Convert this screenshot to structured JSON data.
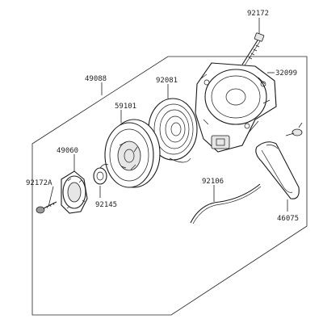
{
  "diagram": {
    "parts": [
      {
        "id": "p92172",
        "number": "92172"
      },
      {
        "id": "p49088",
        "number": "49088"
      },
      {
        "id": "p32099",
        "number": "32099"
      },
      {
        "id": "p92081",
        "number": "92081"
      },
      {
        "id": "p59101",
        "number": "59101"
      },
      {
        "id": "p49060",
        "number": "49060"
      },
      {
        "id": "p92172A",
        "number": "92172A"
      },
      {
        "id": "p92145",
        "number": "92145"
      },
      {
        "id": "p92106",
        "number": "92106"
      },
      {
        "id": "p46075",
        "number": "46075"
      }
    ]
  }
}
